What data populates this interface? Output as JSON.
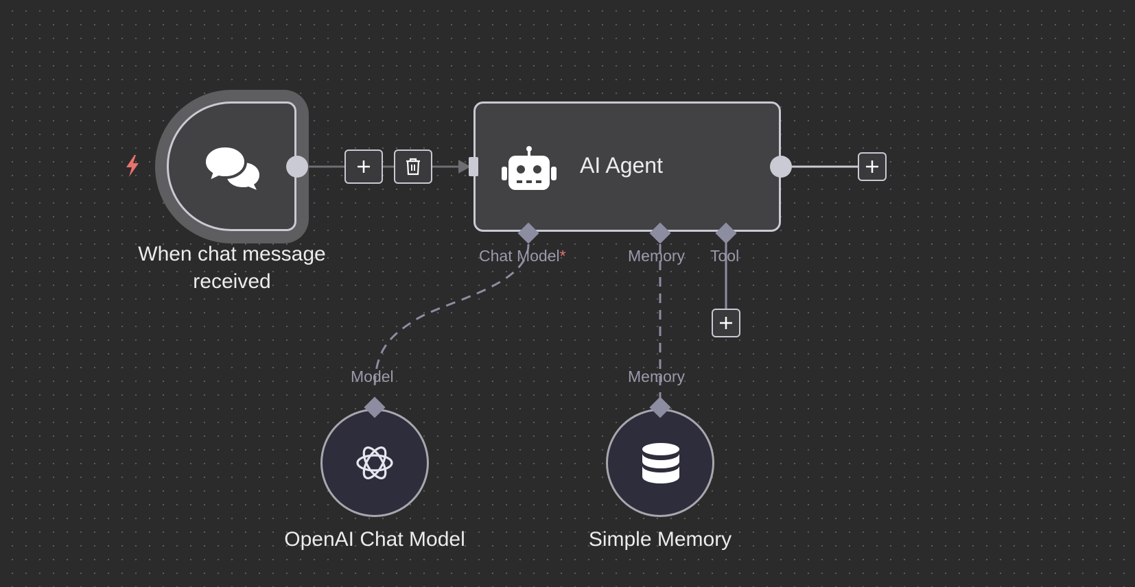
{
  "canvas": {
    "background": "#2b2b2c",
    "dot_color": "#5c5c5e",
    "edge_color": "#8d8da1",
    "accent_trigger": "#e8736b"
  },
  "nodes": {
    "trigger": {
      "label": "When chat message received",
      "label_line1": "When chat message",
      "label_line2": "received",
      "icon": "chat-bubbles-icon"
    },
    "agent": {
      "title": "AI Agent",
      "icon": "robot-icon"
    },
    "openai": {
      "label": "OpenAI Chat Model",
      "icon": "openai-logo-icon"
    },
    "memory": {
      "label": "Simple Memory",
      "icon": "database-icon"
    }
  },
  "ports": {
    "chat_model": "Chat Model",
    "chat_model_required": "*",
    "memory": "Memory",
    "tool": "Tool",
    "model_input": "Model",
    "memory_input": "Memory"
  }
}
